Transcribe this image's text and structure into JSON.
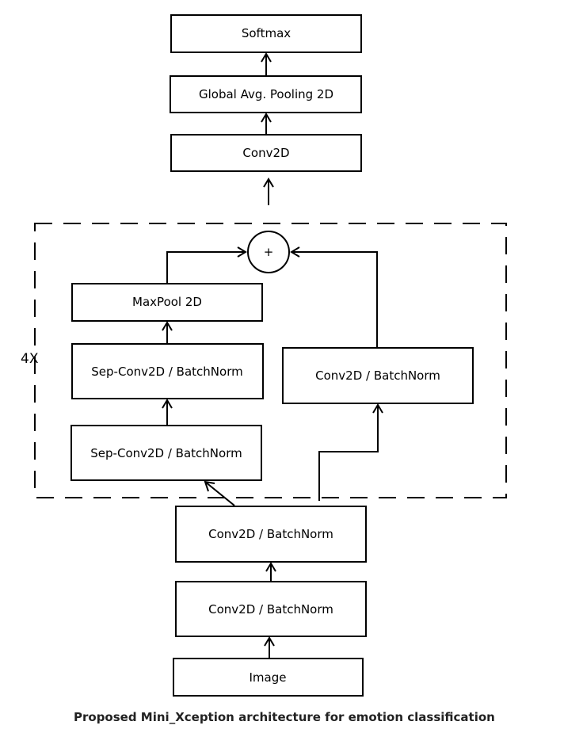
{
  "nodes": {
    "softmax": "Softmax",
    "global_pool": "Global Avg. Pooling 2D",
    "conv2d_top": "Conv2D",
    "add": "+",
    "maxpool": "MaxPool 2D",
    "sepconv_upper": "Sep-Conv2D / BatchNorm",
    "sepconv_lower": "Sep-Conv2D / BatchNorm",
    "residual_conv": "Conv2D / BatchNorm",
    "conv_bn_upper": "Conv2D / BatchNorm",
    "conv_bn_lower": "Conv2D / BatchNorm",
    "image": "Image"
  },
  "repeat_label": "4X",
  "caption": "Proposed Mini_Xception architecture for emotion classification"
}
